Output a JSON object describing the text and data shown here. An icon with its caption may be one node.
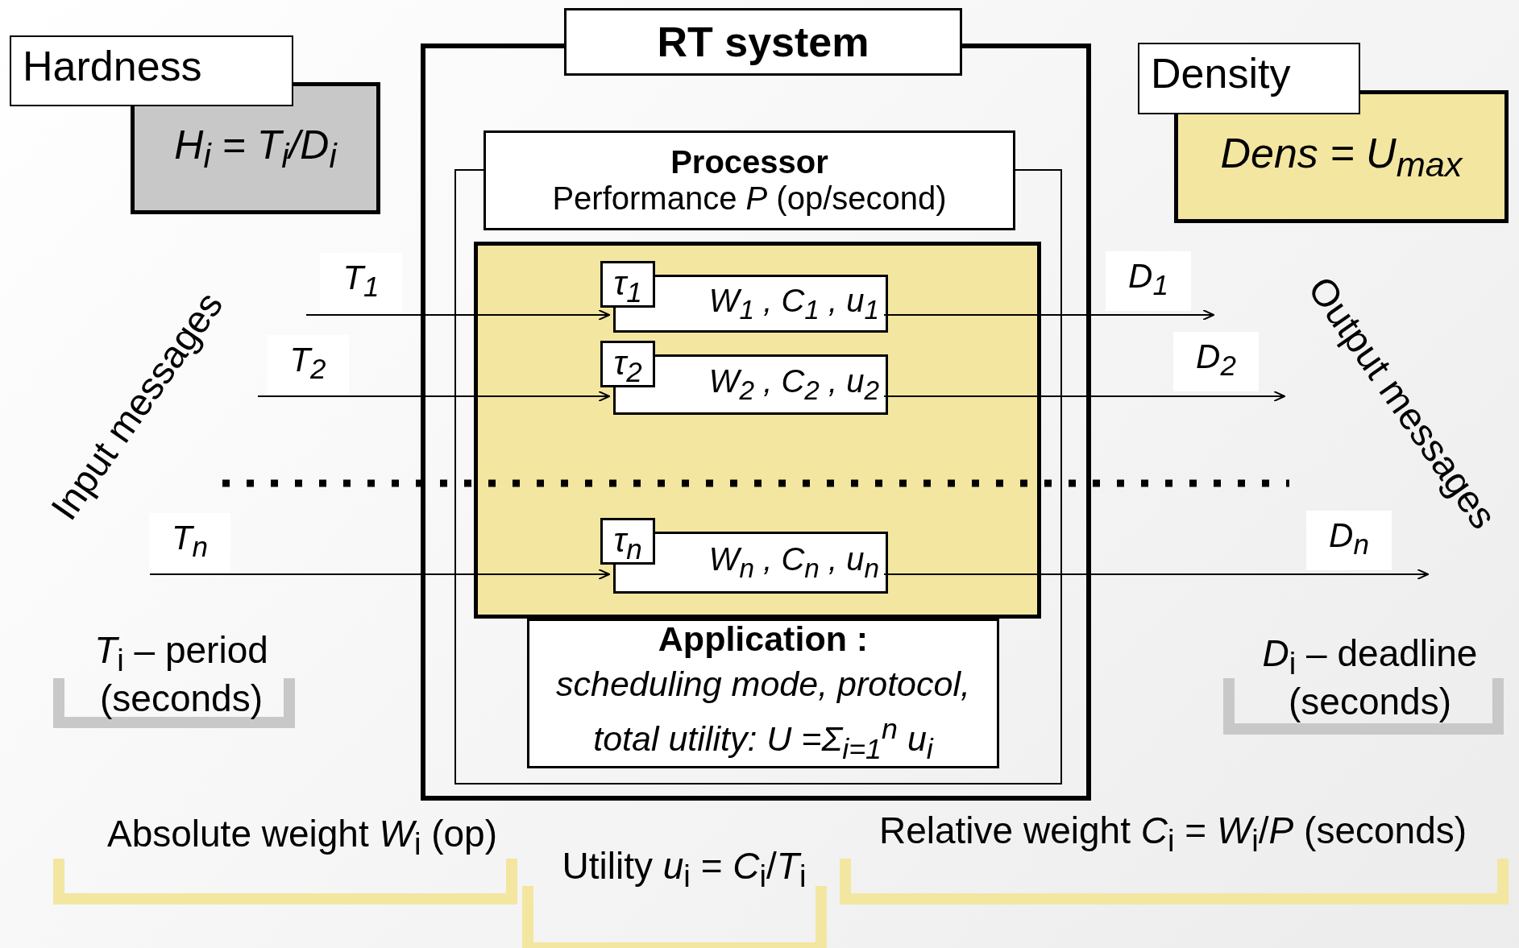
{
  "diagram": {
    "nodes": [
      {
        "text": [
          "Hardness",
          "H$_{i}$ = T$_{i}$/D$_{i}$"
        ]
      },
      {
        "text": [
          "Density",
          "Dens = U$_{max}$"
        ]
      },
      {
        "text": [
          "RT system"
        ]
      },
      {
        "text": [
          "Processor",
          "Performance *P* (op/second)"
        ],
        "in": 2
      },
      {
        "text": [],
        "shape": "box",
        "in": 3
      },
      {
        "text": [
          "Application :",
          "scheduling mode, protocol, total utility: U =Σ$_{i=1}$$^{n}$ u$_{i}$"
        ],
        "in": 3
      },
      {
        "text": [
          "τ$_{1}$",
          "W$_{1}$ , C$_{1}$ , u$_{1}$"
        ],
        "in": 4
      },
      {
        "text": [
          "τ$_{2}$",
          "W$_{2}$ , C$_{2}$ , u$_{2}$"
        ],
        "in": 4
      },
      {
        "text": [
          "τ$_{n}$",
          "W$_{n}$ , C$_{n}$ , u$_{n}$"
        ],
        "in": 4
      }
    ],
    "edges": [
      {
        "from": null,
        "to": 6,
        "arrow": "to",
        "label": "T$_{1}$"
      },
      {
        "from": null,
        "to": 7,
        "arrow": "to",
        "label": "T$_{2}$"
      },
      {
        "from": null,
        "to": 8,
        "arrow": "to",
        "label": "T$_{n}$"
      },
      {
        "from": 6,
        "to": null,
        "arrow": "to",
        "label": "D$_{1}$"
      },
      {
        "from": 7,
        "to": null,
        "arrow": "to",
        "label": "D$_{2}$"
      },
      {
        "from": 8,
        "to": null,
        "arrow": "to",
        "label": "D$_{n}$"
      }
    ],
    "labels": [
      "Input messages",
      "Output messages",
      "*T*$_{i}$ – period (seconds)",
      "*D*$_{i}$ – deadline (seconds)",
      "Absolute weight *W*$_{i}$ (op)",
      "Utility *u*$_{i}$ = *C*$_{i}$/*T*$_{i}$",
      "Relative weight *C*$_{i}$ = *W*$_{i}$/*P* (seconds)"
    ]
  }
}
